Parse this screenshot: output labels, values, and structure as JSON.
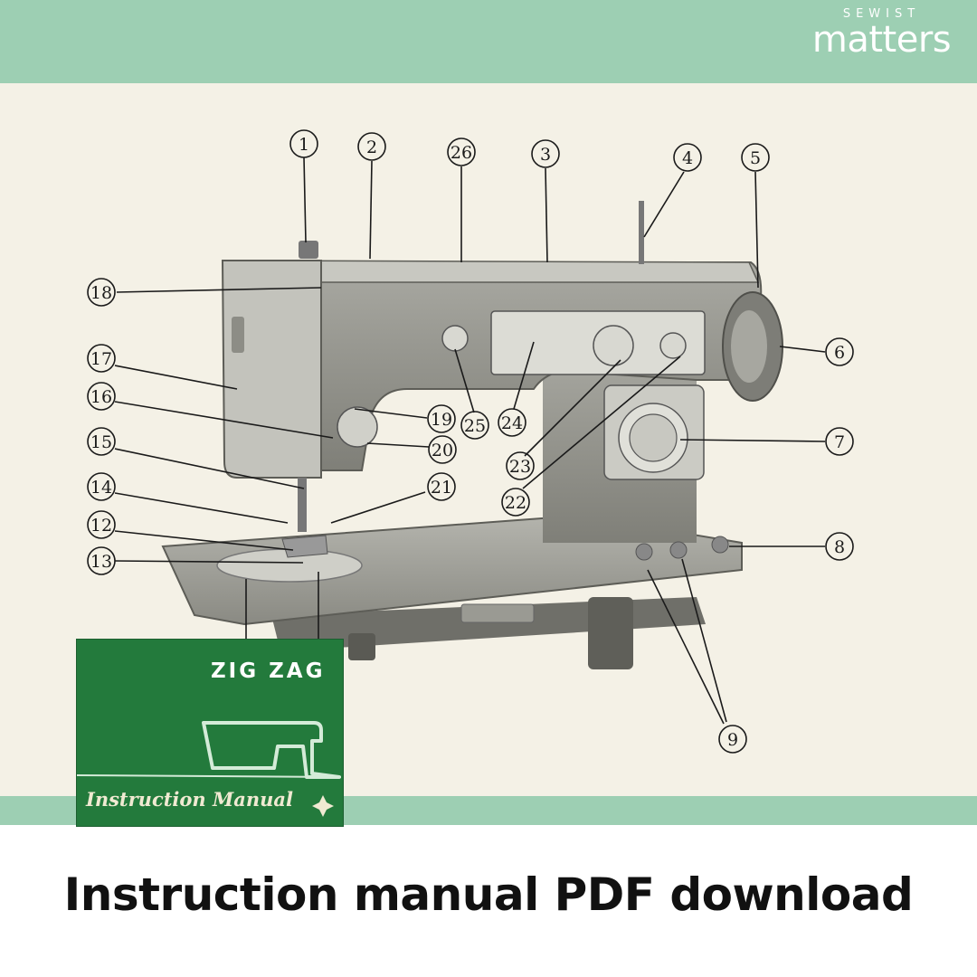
{
  "header": {
    "logo_small": "SEWIST",
    "logo_big": "matters"
  },
  "diagram": {
    "callouts": [
      "1",
      "2",
      "26",
      "3",
      "4",
      "5",
      "6",
      "18",
      "17",
      "16",
      "15",
      "14",
      "12",
      "13",
      "19",
      "20",
      "21",
      "25",
      "24",
      "23",
      "22",
      "7",
      "8",
      "9"
    ]
  },
  "booklet": {
    "title": "ZIG ZAG",
    "subtitle": "Instruction Manual"
  },
  "headline": "Instruction manual PDF download",
  "colors": {
    "band": "#9dcfb3",
    "paper": "#f4f1e6",
    "booklet_green": "#237a3c"
  }
}
